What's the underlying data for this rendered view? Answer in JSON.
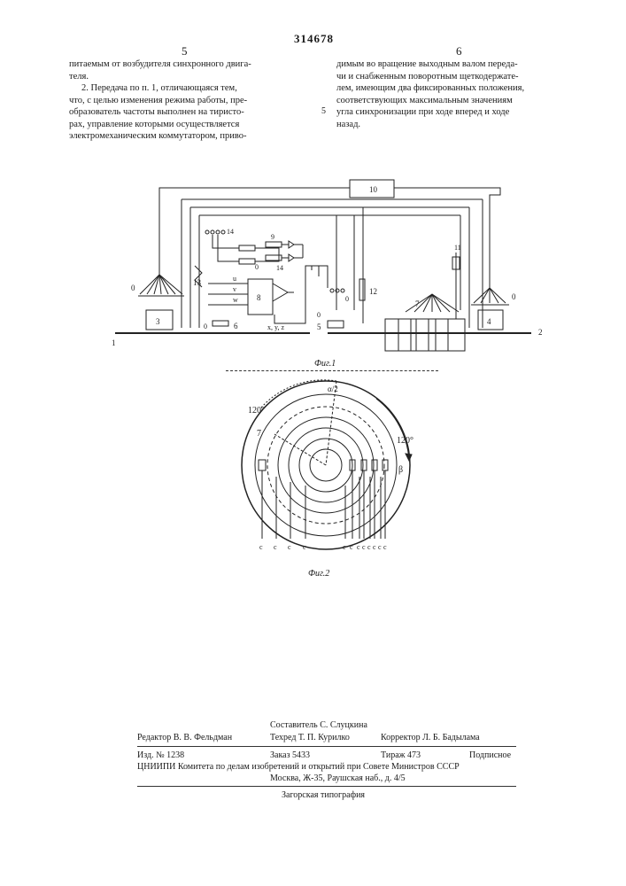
{
  "header": {
    "page_left": "5",
    "doc_number": "314678",
    "page_right": "6"
  },
  "left_column": {
    "lines": [
      "питаемым от возбудителя синхронного двига-",
      "теля.",
      "2. Передача по п. 1, отличающаяся тем,",
      "что, с целью изменения режима работы, пре-",
      "образователь частоты выполнен на тиристо-",
      "рах, управление которыми осуществляется",
      "электромеханическим коммутатором, приво-"
    ]
  },
  "right_column": {
    "lines": [
      "димым во вращение выходным валом переда-",
      "чи и снабженным поворотным щеткодержате-",
      "лем, имеющим два фиксированных положения,",
      "соответствующих максимальным значениям",
      "угла синхронизации при ходе вперед и ходе",
      "назад."
    ],
    "line_marker": "5"
  },
  "figure1": {
    "caption": "Фиг.1",
    "labels": {
      "n10": "10",
      "n14a": "14",
      "n14b": "14",
      "n9": "9",
      "n0a": "0",
      "n0b": "0",
      "n0c": "0",
      "n0d": "0",
      "n0e": "0",
      "n0f": "0",
      "n13": "13",
      "u": "u",
      "v": "v",
      "w": "w",
      "n8": "8",
      "n6": "6",
      "n3": "3",
      "n1": "1",
      "xyz": "x, y, z",
      "n12": "12",
      "n5": "5",
      "n7": "7",
      "n11": "11",
      "n4": "4",
      "n2": "2"
    }
  },
  "figure2": {
    "caption": "Фиг.2",
    "labels": {
      "angle_top_left": "120°",
      "angle_right": "120°",
      "alpha": "α/2",
      "beta": "β",
      "n7": "7"
    },
    "terminals": [
      "c",
      "c",
      "c",
      "c",
      "c",
      "c",
      "c",
      "c",
      "c",
      "c",
      "c",
      "c"
    ]
  },
  "imprint": {
    "compiler": "Составитель С. Слуцкина",
    "editor": "Редактор В. В. Фельдман",
    "techred": "Техред Т. П. Курилко",
    "corrector": "Корректор Л. Б. Бадылама",
    "izd": "Изд. № 1238",
    "order": "Заказ 5433",
    "tirazh": "Тираж 473",
    "podpisnoe": "Подписное",
    "institute": "ЦНИИПИ Комитета по делам изобретений и открытий при Совете Министров СССР",
    "address": "Москва, Ж-35, Раушская наб., д. 4/5",
    "printer": "Загорская типография"
  }
}
